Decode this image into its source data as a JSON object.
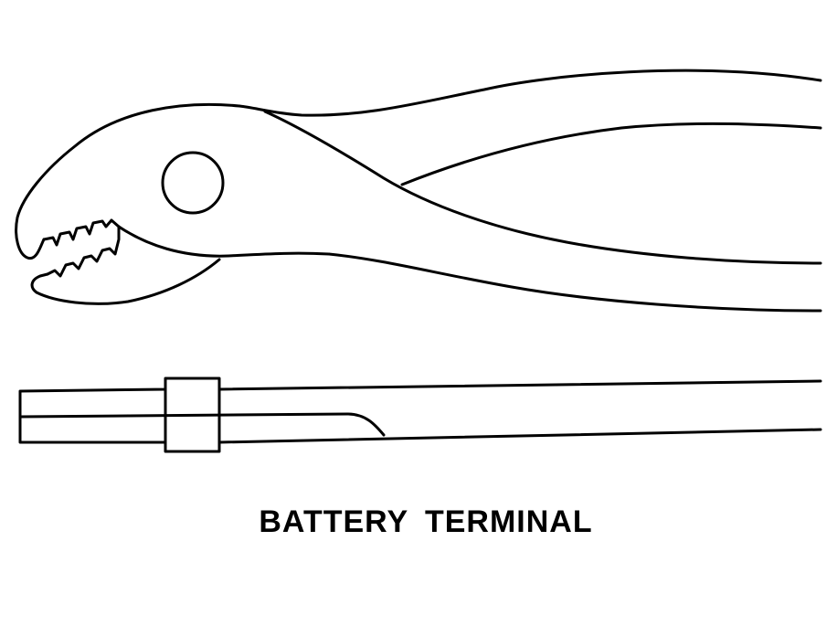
{
  "figure": {
    "caption": "BATTERY  TERMINAL",
    "subject": "pliers-drawing",
    "views": [
      "side-view",
      "top-view"
    ],
    "colors": {
      "line": "#000000",
      "background": "#ffffff"
    }
  }
}
